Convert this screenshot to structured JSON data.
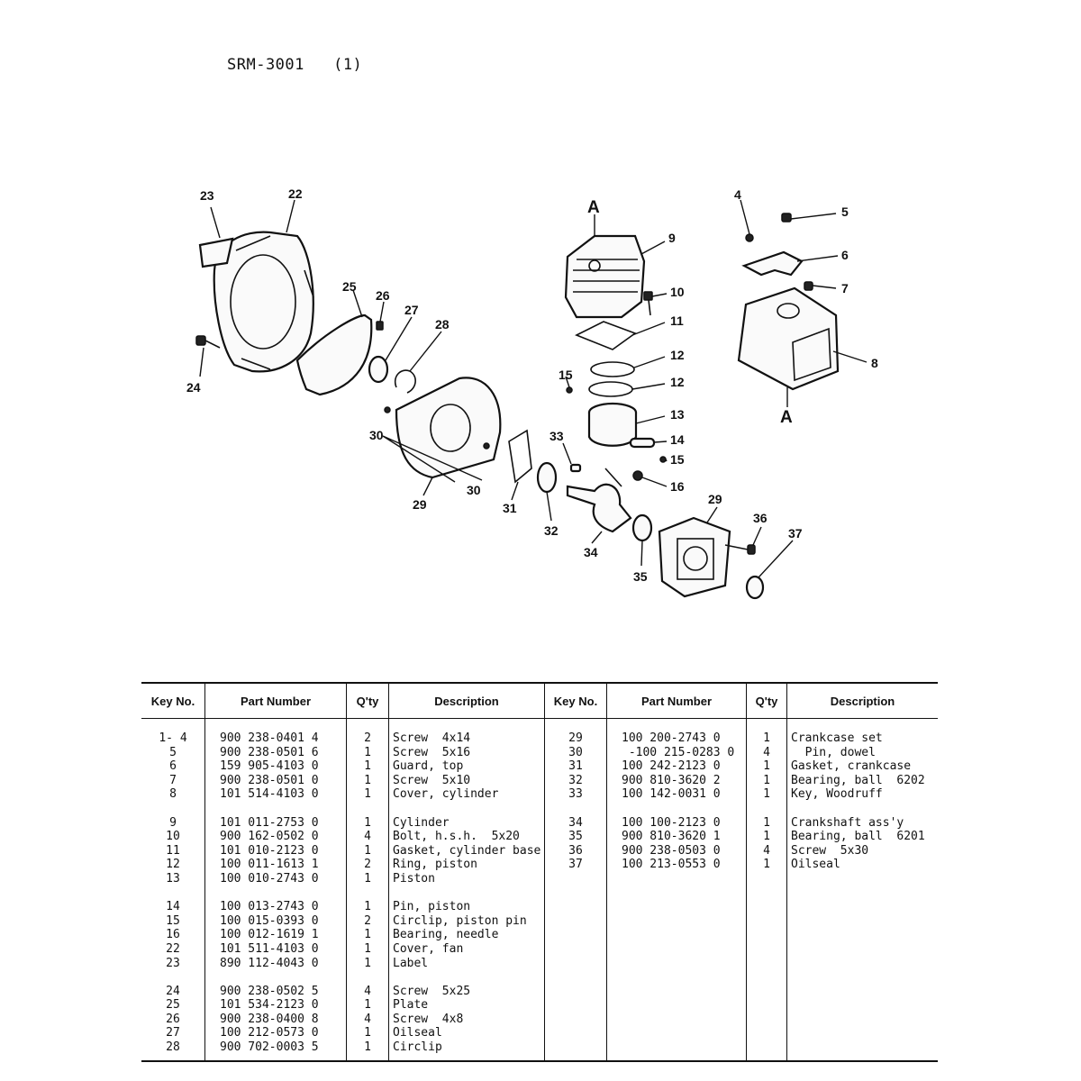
{
  "page": {
    "title": "SRM-3001   (1)"
  },
  "diagram": {
    "callouts": [
      "23",
      "22",
      "24",
      "25",
      "26",
      "27",
      "28",
      "29",
      "30",
      "30",
      "31",
      "32",
      "33",
      "34",
      "35",
      "29",
      "36",
      "37",
      "9",
      "10",
      "11",
      "12",
      "12",
      "13",
      "14",
      "15",
      "15",
      "16",
      "4",
      "5",
      "6",
      "7",
      "8",
      "A",
      "A"
    ]
  },
  "table": {
    "headers": [
      "Key No.",
      "Part Number",
      "Q'ty",
      "Description",
      "Key No.",
      "Part Number",
      "Q'ty",
      "Description"
    ],
    "left_groups": [
      [
        {
          "key": "1- 4",
          "part": "900 238-0401 4",
          "qty": "2",
          "desc": "Screw  4x14"
        },
        {
          "key": "5",
          "part": "900 238-0501 6",
          "qty": "1",
          "desc": "Screw  5x16"
        },
        {
          "key": "6",
          "part": "159 905-4103 0",
          "qty": "1",
          "desc": "Guard, top"
        },
        {
          "key": "7",
          "part": "900 238-0501 0",
          "qty": "1",
          "desc": "Screw  5x10"
        },
        {
          "key": "8",
          "part": "101 514-4103 0",
          "qty": "1",
          "desc": "Cover, cylinder"
        }
      ],
      [
        {
          "key": "9",
          "part": "101 011-2753 0",
          "qty": "1",
          "desc": "Cylinder"
        },
        {
          "key": "10",
          "part": "900 162-0502 0",
          "qty": "4",
          "desc": "Bolt, h.s.h.  5x20"
        },
        {
          "key": "11",
          "part": "101 010-2123 0",
          "qty": "1",
          "desc": "Gasket, cylinder base"
        },
        {
          "key": "12",
          "part": "100 011-1613 1",
          "qty": "2",
          "desc": "Ring, piston"
        },
        {
          "key": "13",
          "part": "100 010-2743 0",
          "qty": "1",
          "desc": "Piston"
        }
      ],
      [
        {
          "key": "14",
          "part": "100 013-2743 0",
          "qty": "1",
          "desc": "Pin, piston"
        },
        {
          "key": "15",
          "part": "100 015-0393 0",
          "qty": "2",
          "desc": "Circlip, piston pin"
        },
        {
          "key": "16",
          "part": "100 012-1619 1",
          "qty": "1",
          "desc": "Bearing, needle"
        },
        {
          "key": "22",
          "part": "101 511-4103 0",
          "qty": "1",
          "desc": "Cover, fan"
        },
        {
          "key": "23",
          "part": "890 112-4043 0",
          "qty": "1",
          "desc": "Label"
        }
      ],
      [
        {
          "key": "24",
          "part": "900 238-0502 5",
          "qty": "4",
          "desc": "Screw  5x25"
        },
        {
          "key": "25",
          "part": "101 534-2123 0",
          "qty": "1",
          "desc": "Plate"
        },
        {
          "key": "26",
          "part": "900 238-0400 8",
          "qty": "4",
          "desc": "Screw  4x8"
        },
        {
          "key": "27",
          "part": "100 212-0573 0",
          "qty": "1",
          "desc": "Oilseal"
        },
        {
          "key": "28",
          "part": "900 702-0003 5",
          "qty": "1",
          "desc": "Circlip"
        }
      ]
    ],
    "right_groups": [
      [
        {
          "key": "29",
          "part": "100 200-2743 0",
          "qty": "1",
          "desc": "Crankcase set"
        },
        {
          "key": "30",
          "part": " -100 215-0283 0",
          "qty": "4",
          "desc": "  Pin, dowel"
        },
        {
          "key": "31",
          "part": "100 242-2123 0",
          "qty": "1",
          "desc": "Gasket, crankcase"
        },
        {
          "key": "32",
          "part": "900 810-3620 2",
          "qty": "1",
          "desc": "Bearing, ball  6202"
        },
        {
          "key": "33",
          "part": "100 142-0031 0",
          "qty": "1",
          "desc": "Key, Woodruff"
        }
      ],
      [
        {
          "key": "34",
          "part": "100 100-2123 0",
          "qty": "1",
          "desc": "Crankshaft ass'y"
        },
        {
          "key": "35",
          "part": "900 810-3620 1",
          "qty": "1",
          "desc": "Bearing, ball  6201"
        },
        {
          "key": "36",
          "part": "900 238-0503 0",
          "qty": "4",
          "desc": "Screw  5x30"
        },
        {
          "key": "37",
          "part": "100 213-0553 0",
          "qty": "1",
          "desc": "Oilseal"
        }
      ]
    ]
  }
}
